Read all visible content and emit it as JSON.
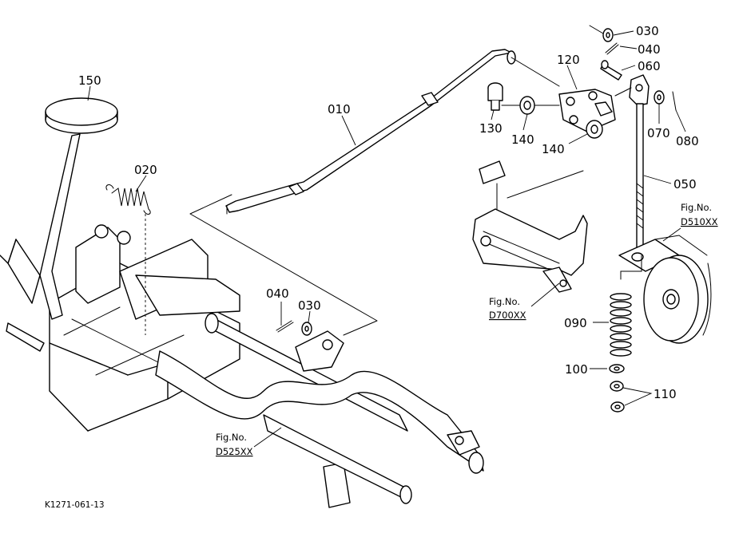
{
  "labels": {
    "p010": "010",
    "p020": "020",
    "p030a": "030",
    "p030b": "030",
    "p040a": "040",
    "p040b": "040",
    "p050": "050",
    "p060": "060",
    "p070": "070",
    "p080": "080",
    "p090": "090",
    "p100": "100",
    "p110": "110",
    "p120": "120",
    "p130": "130",
    "p140a": "140",
    "p140b": "140",
    "p150": "150"
  },
  "figrefs": {
    "d510_caption": "Fig.No.",
    "d510_code": "D510XX",
    "d700_caption": "Fig.No.",
    "d700_code": "D700XX",
    "d525_caption": "Fig.No.",
    "d525_code": "D525XX"
  },
  "drawing_code": "K1271-061-13"
}
